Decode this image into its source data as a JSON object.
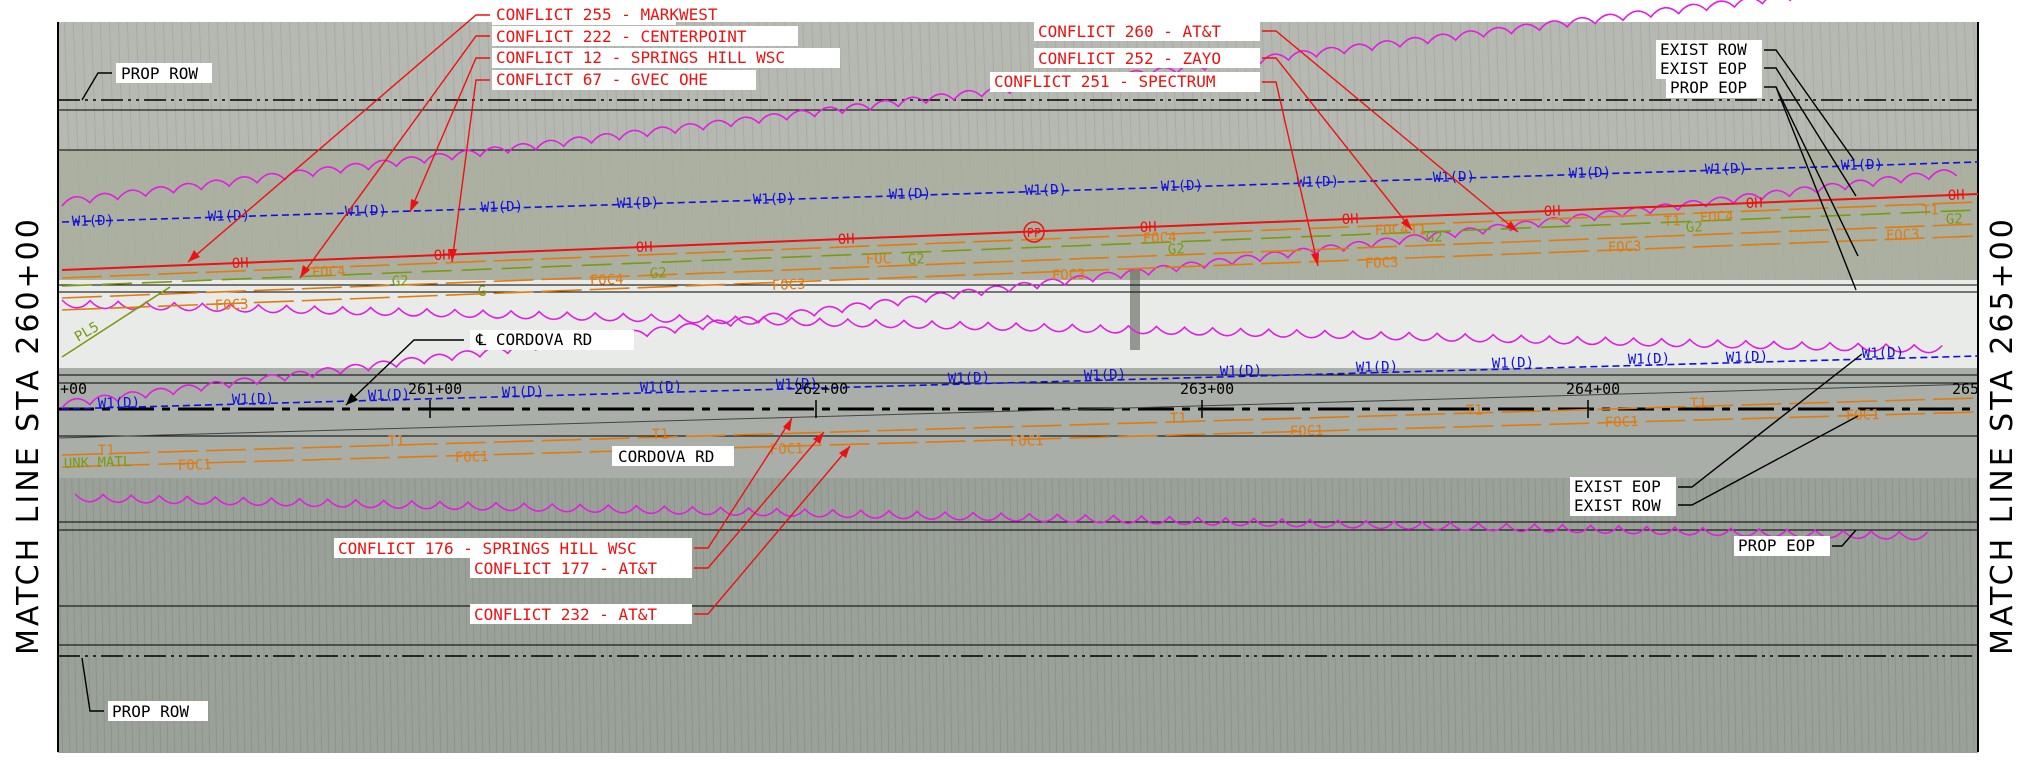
{
  "match_line_left": "MATCH LINE STA 260+00",
  "match_line_right": "MATCH LINE STA 265+00",
  "stations": [
    "+00",
    "261+00",
    "262+00",
    "263+00",
    "264+00",
    "265"
  ],
  "road_label": "CORDOVA RD",
  "centerline_label": "℄ CORDOVA RD",
  "row_labels": {
    "prop_row_top": "PROP ROW",
    "prop_row_bottom": "PROP ROW",
    "exist_row_top": "EXIST ROW",
    "exist_eop_top": "EXIST EOP",
    "prop_eop_top": "PROP EOP",
    "exist_eop_bottom": "EXIST EOP",
    "exist_row_bottom": "EXIST ROW",
    "prop_eop_bottom": "PROP EOP"
  },
  "conflicts": {
    "c255": "CONFLICT 255 - MARKWEST",
    "c222": "CONFLICT 222 - CENTERPOINT",
    "c12": "CONFLICT 12 - SPRINGS HILL WSC",
    "c67": "CONFLICT 67 - GVEC OHE",
    "c260": "CONFLICT 260 - AT&T",
    "c252": "CONFLICT 252 - ZAYO",
    "c251": "CONFLICT 251 - SPECTRUM",
    "c176": "CONFLICT 176 - SPRINGS HILL WSC",
    "c177": "CONFLICT 177 - AT&T",
    "c232": "CONFLICT 232 - AT&T"
  },
  "utility_codes": {
    "water": "W1(D)",
    "overhead": "OH",
    "foc1": "FOC1",
    "foc3": "FOC3",
    "foc4": "FOC4",
    "gas": "G2",
    "telecom": "T1",
    "pipeline": "PL5",
    "unknown": "UNK MATL",
    "power_pole": "PP",
    "foc_short": "FOC",
    "g_short": "G",
    "edge_g2": "G2",
    "edge_oh": "OH",
    "edge_t1": "T1"
  },
  "colors": {
    "water": "#1010dd",
    "overhead": "#ee1111",
    "fiber": "#e07b10",
    "gas": "#7a9a10",
    "scallop": "#e020e0",
    "callout": "#ee1111",
    "aerial_light": "#b9bcb4",
    "aerial_dark": "#8d948b"
  }
}
